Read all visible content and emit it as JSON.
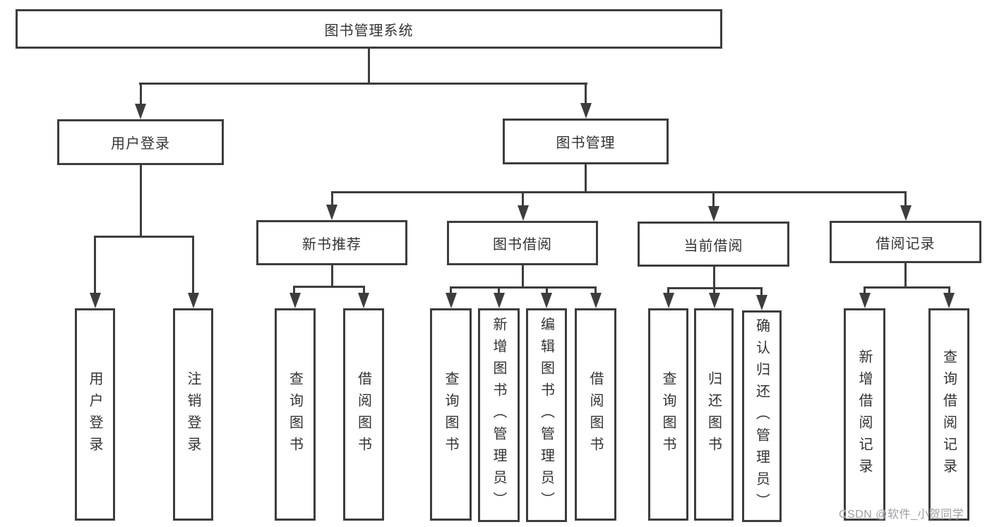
{
  "diagram": {
    "type": "hierarchy-tree",
    "tree": {
      "label": "图书管理系统",
      "children": [
        {
          "label": "用户登录",
          "children": [
            {
              "label": "用户登录"
            },
            {
              "label": "注销登录"
            }
          ]
        },
        {
          "label": "图书管理",
          "children": [
            {
              "label": "新书推荐",
              "children": [
                {
                  "label": "查询图书"
                },
                {
                  "label": "借阅图书"
                }
              ]
            },
            {
              "label": "图书借阅",
              "children": [
                {
                  "label": "查询图书"
                },
                {
                  "label": "新增图书（管理员）"
                },
                {
                  "label": "编辑图书（管理员）"
                },
                {
                  "label": "借阅图书"
                }
              ]
            },
            {
              "label": "当前借阅",
              "children": [
                {
                  "label": "查询图书"
                },
                {
                  "label": "归还图书"
                },
                {
                  "label": "确认归还（管理员）"
                }
              ]
            },
            {
              "label": "借阅记录",
              "children": [
                {
                  "label": "新增借阅记录"
                },
                {
                  "label": "查询借阅记录"
                }
              ]
            }
          ]
        }
      ]
    },
    "colors": {
      "line": "#3d3d3d",
      "text": "#333333",
      "background": "#ffffff",
      "watermark": "#9aa0a6"
    }
  },
  "watermark": "CSDN @软件_小贺同学"
}
